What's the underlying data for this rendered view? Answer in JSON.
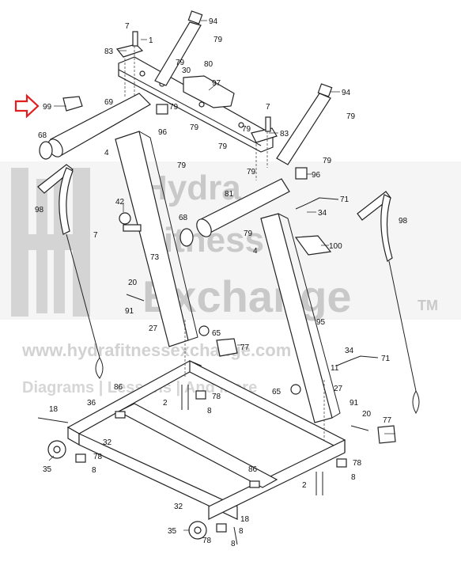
{
  "watermark": {
    "line1": "Hydra",
    "line2": "Fitness",
    "line3": "Exchange",
    "tm": "TM",
    "url": "www.hydrafitnessexchange.com",
    "tagline": "Diagrams | Lessons | And More"
  },
  "callouts": [
    {
      "id": "c94a",
      "text": "94"
    },
    {
      "id": "c79a",
      "text": "79"
    },
    {
      "id": "c7a",
      "text": "7"
    },
    {
      "id": "c1",
      "text": "1"
    },
    {
      "id": "c83a",
      "text": "83"
    },
    {
      "id": "c79b",
      "text": "79"
    },
    {
      "id": "c80",
      "text": "80"
    },
    {
      "id": "c30",
      "text": "30"
    },
    {
      "id": "c97",
      "text": "97"
    },
    {
      "id": "c99",
      "text": "99"
    },
    {
      "id": "c69",
      "text": "69"
    },
    {
      "id": "c79c",
      "text": "79"
    },
    {
      "id": "c96a",
      "text": "96"
    },
    {
      "id": "c79d",
      "text": "79"
    },
    {
      "id": "c94b",
      "text": "94"
    },
    {
      "id": "c79e",
      "text": "79"
    },
    {
      "id": "c7b",
      "text": "7"
    },
    {
      "id": "c83b",
      "text": "83"
    },
    {
      "id": "c79f",
      "text": "79"
    },
    {
      "id": "c68a",
      "text": "68"
    },
    {
      "id": "c4a",
      "text": "4"
    },
    {
      "id": "c79g",
      "text": "79"
    },
    {
      "id": "c79h",
      "text": "79"
    },
    {
      "id": "c79i",
      "text": "79"
    },
    {
      "id": "c96b",
      "text": "96"
    },
    {
      "id": "c79j",
      "text": "79"
    },
    {
      "id": "c98a",
      "text": "98"
    },
    {
      "id": "c42",
      "text": "42"
    },
    {
      "id": "c71a",
      "text": "71"
    },
    {
      "id": "c81",
      "text": "81"
    },
    {
      "id": "c34a",
      "text": "34"
    },
    {
      "id": "c98b",
      "text": "98"
    },
    {
      "id": "c7c",
      "text": "7"
    },
    {
      "id": "c68b",
      "text": "68"
    },
    {
      "id": "c79k",
      "text": "79"
    },
    {
      "id": "c4b",
      "text": "4"
    },
    {
      "id": "c100",
      "text": "100"
    },
    {
      "id": "c73",
      "text": "73"
    },
    {
      "id": "c20a",
      "text": "20"
    },
    {
      "id": "c95",
      "text": "95"
    },
    {
      "id": "c91a",
      "text": "91"
    },
    {
      "id": "c27a",
      "text": "27"
    },
    {
      "id": "c65a",
      "text": "65"
    },
    {
      "id": "c77a",
      "text": "77"
    },
    {
      "id": "c34b",
      "text": "34"
    },
    {
      "id": "c71b",
      "text": "71"
    },
    {
      "id": "c11",
      "text": "11"
    },
    {
      "id": "c86a",
      "text": "86"
    },
    {
      "id": "c65b",
      "text": "65"
    },
    {
      "id": "c27b",
      "text": "27"
    },
    {
      "id": "c78a",
      "text": "78"
    },
    {
      "id": "c2a",
      "text": "2"
    },
    {
      "id": "c8a",
      "text": "8"
    },
    {
      "id": "c91b",
      "text": "91"
    },
    {
      "id": "c18a",
      "text": "18"
    },
    {
      "id": "c36",
      "text": "36"
    },
    {
      "id": "c20b",
      "text": "20"
    },
    {
      "id": "c32a",
      "text": "32"
    },
    {
      "id": "c77b",
      "text": "77"
    },
    {
      "id": "c78b",
      "text": "78"
    },
    {
      "id": "c35a",
      "text": "35"
    },
    {
      "id": "c8b",
      "text": "8"
    },
    {
      "id": "c78c",
      "text": "78"
    },
    {
      "id": "c86b",
      "text": "86"
    },
    {
      "id": "c8c",
      "text": "8"
    },
    {
      "id": "c2b",
      "text": "2"
    },
    {
      "id": "c32b",
      "text": "32"
    },
    {
      "id": "c18b",
      "text": "18"
    },
    {
      "id": "c8d",
      "text": "8"
    },
    {
      "id": "c35b",
      "text": "35"
    },
    {
      "id": "c78d",
      "text": "78"
    },
    {
      "id": "c8e",
      "text": "8"
    }
  ],
  "colors": {
    "arrow": "#e02020",
    "line": "#222222",
    "watermark": "#c9c9c9"
  }
}
